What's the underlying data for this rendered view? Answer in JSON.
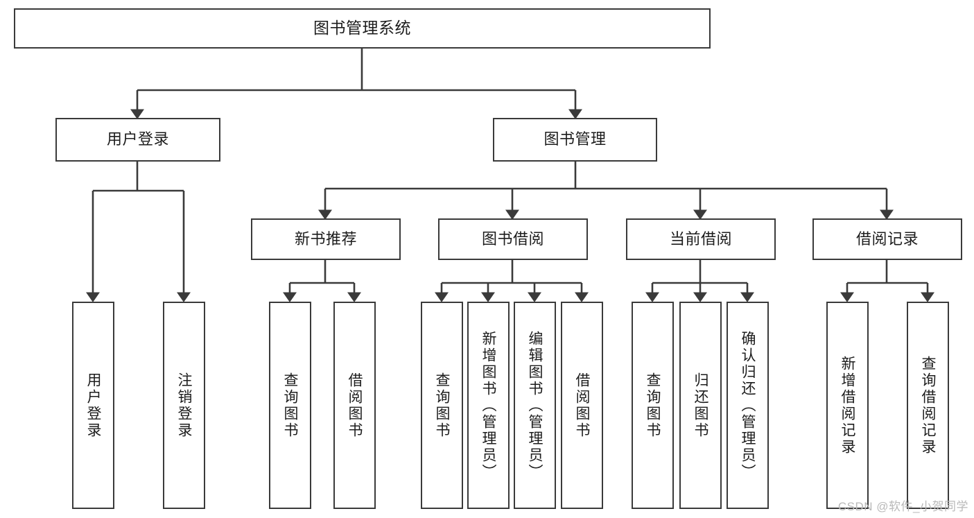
{
  "diagram": {
    "type": "tree-hierarchy",
    "title": "图书管理系统",
    "watermark": "CSDN @软件_小贺同学",
    "colors": {
      "background": "#ffffff",
      "box_border": "#3a3a3a",
      "box_fill": "#ffffff",
      "text": "#1c1c1c",
      "connector": "#3a3a3a",
      "watermark": "#b9b9b9"
    },
    "nodes": {
      "root": {
        "label": "图书管理系统"
      },
      "level2": [
        {
          "label": "用户登录"
        },
        {
          "label": "图书管理"
        }
      ],
      "level3": [
        {
          "label": "新书推荐"
        },
        {
          "label": "图书借阅"
        },
        {
          "label": "当前借阅"
        },
        {
          "label": "借阅记录"
        }
      ],
      "leaves": {
        "user_login": [
          {
            "label": "用户登录"
          },
          {
            "label": "注销登录"
          }
        ],
        "new_book_recommend": [
          {
            "label": "查询图书"
          },
          {
            "label": "借阅图书"
          }
        ],
        "book_borrow": [
          {
            "label": "查询图书"
          },
          {
            "label": "新增图书（管理员）"
          },
          {
            "label": "编辑图书（管理员）"
          },
          {
            "label": "借阅图书"
          }
        ],
        "current_borrow": [
          {
            "label": "查询图书"
          },
          {
            "label": "归还图书"
          },
          {
            "label": "确认归还（管理员）"
          }
        ],
        "borrow_record": [
          {
            "label": "新增借阅记录"
          },
          {
            "label": "查询借阅记录"
          }
        ]
      }
    }
  }
}
